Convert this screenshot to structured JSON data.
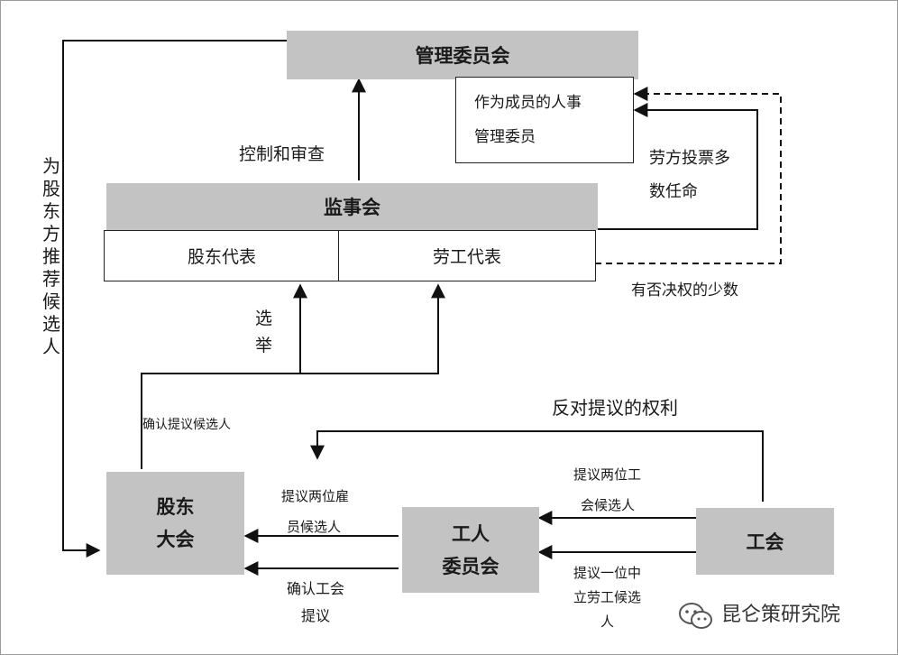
{
  "boxes": {
    "management_board": "管理委员会",
    "mgmt_member": [
      "作为成员的人事",
      "管理委员"
    ],
    "supervisory_board": "监事会",
    "shareholder_rep": "股东代表",
    "labor_rep": "劳工代表",
    "shareholders_meeting": [
      "股东",
      "大会"
    ],
    "workers_committee": [
      "工人",
      "委员会"
    ],
    "union": "工会"
  },
  "labels": {
    "control_review": "控制和审查",
    "labor_majority": [
      "劳方投票多",
      "数任命"
    ],
    "minority_veto": "有否决权的少数",
    "election": [
      "选",
      "举"
    ],
    "shareholder_side": [
      "为",
      "股",
      "东",
      "方",
      "推",
      "荐",
      "候",
      "选",
      "人"
    ],
    "confirm_candidates": "确认提议候选人",
    "oppose_right": "反对提议的权利",
    "propose_two_employed": [
      "提议两位雇",
      "员候选人"
    ],
    "confirm_union": [
      "确认工会",
      "提议"
    ],
    "propose_two_union": [
      "提议两位工",
      "会候选人"
    ],
    "propose_one_neutral": [
      "提议一位中",
      "立劳工候选",
      "人"
    ]
  },
  "watermark": {
    "icon": "wechat-chat-bubbles-icon",
    "text": "昆仑策研究院"
  },
  "colors": {
    "box_gray": "#c3c3c3",
    "line": "#111111",
    "frame": "#9a9a9a"
  }
}
